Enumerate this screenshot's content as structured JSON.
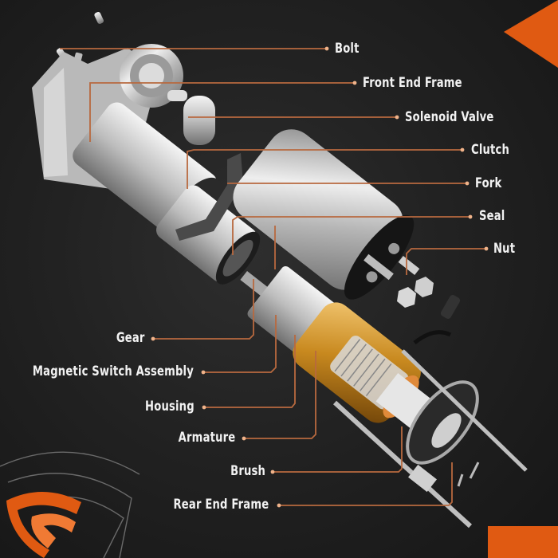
{
  "diagram": {
    "type": "exploded-view parts diagram",
    "subject": "Starter motor",
    "colors": {
      "background": "#1c1c1c",
      "accent": "#e05a12",
      "leader_line": "#b8693f",
      "label_text": "#f2f2f2",
      "armature": "#c8943c",
      "metal": "#c9c9c9"
    },
    "labels_right": [
      {
        "id": "bolt",
        "text": "Bolt"
      },
      {
        "id": "front-end-frame",
        "text": "Front End Frame"
      },
      {
        "id": "solenoid-valve",
        "text": "Solenoid Valve"
      },
      {
        "id": "clutch",
        "text": "Clutch"
      },
      {
        "id": "fork",
        "text": "Fork"
      },
      {
        "id": "seal",
        "text": "Seal"
      },
      {
        "id": "nut",
        "text": "Nut"
      }
    ],
    "labels_left": [
      {
        "id": "gear",
        "text": "Gear"
      },
      {
        "id": "magnetic-switch-assembly",
        "text": "Magnetic Switch Assembly"
      },
      {
        "id": "housing",
        "text": "Housing"
      },
      {
        "id": "armature",
        "text": "Armature"
      },
      {
        "id": "brush",
        "text": "Brush"
      },
      {
        "id": "rear-end-frame",
        "text": "Rear End Frame"
      }
    ],
    "logo": {
      "name": "brand-shield-g-logo",
      "color": "#e05a12"
    }
  }
}
